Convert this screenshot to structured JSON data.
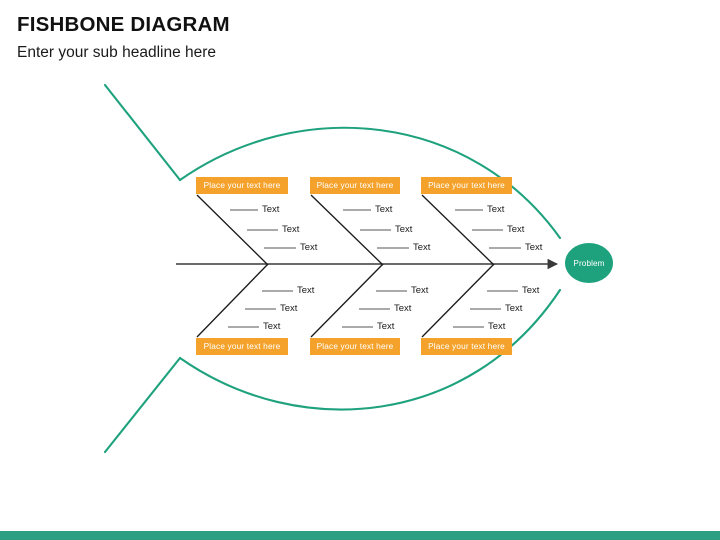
{
  "slide": {
    "title": "FISHBONE DIAGRAM",
    "subtitle": "Enter your sub headline here",
    "background_color": "#FFFFFF"
  },
  "theme": {
    "accent_teal": "#1EA27D",
    "accent_orange": "#F4A22B",
    "line_gray": "#3A3A3A",
    "text_dark": "#111111",
    "text_white": "#FFFFFF"
  },
  "diagram": {
    "type": "fishbone",
    "problem": {
      "label": "Problem",
      "shape": "ellipse",
      "fill": "#1EA27D",
      "text_color": "#FFFFFF"
    },
    "spine": {
      "arrow": true,
      "color": "#3A3A3A"
    },
    "categories": [
      {
        "id": "top-1",
        "side": "top",
        "box_label": "Place your text here",
        "causes": [
          "Text",
          "Text",
          "Text"
        ]
      },
      {
        "id": "top-2",
        "side": "top",
        "box_label": "Place your text here",
        "causes": [
          "Text",
          "Text",
          "Text"
        ]
      },
      {
        "id": "top-3",
        "side": "top",
        "box_label": "Place your text here",
        "causes": [
          "Text",
          "Text",
          "Text"
        ]
      },
      {
        "id": "bottom-1",
        "side": "bottom",
        "box_label": "Place your text here",
        "causes": [
          "Text",
          "Text",
          "Text"
        ]
      },
      {
        "id": "bottom-2",
        "side": "bottom",
        "box_label": "Place your text here",
        "causes": [
          "Text",
          "Text",
          "Text"
        ]
      },
      {
        "id": "bottom-3",
        "side": "bottom",
        "box_label": "Place your text here",
        "causes": [
          "Text",
          "Text",
          "Text"
        ]
      }
    ]
  },
  "footer": {
    "bar_color": "#1EA27D"
  }
}
